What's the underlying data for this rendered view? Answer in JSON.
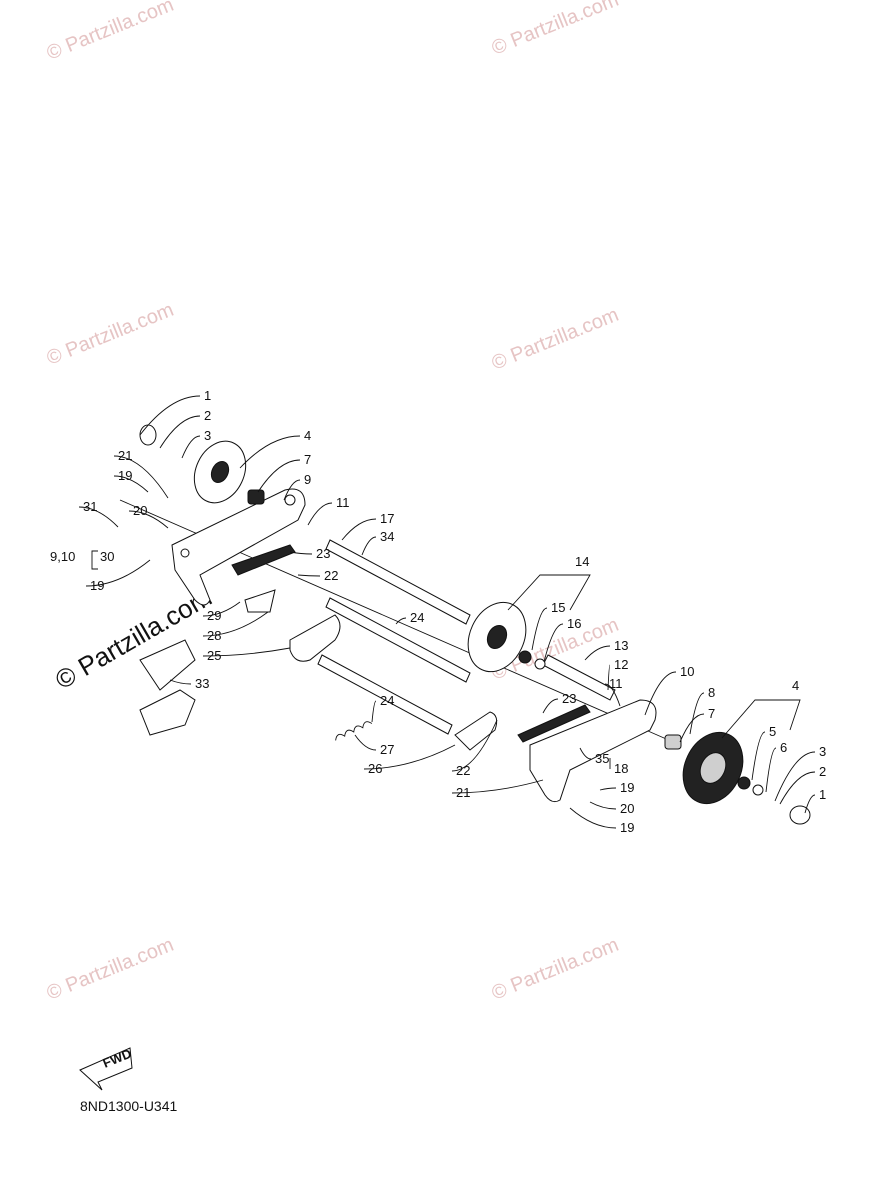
{
  "watermark": "© Partzilla.com",
  "diagram_code": "8ND1300-U341",
  "fwd_label": "FWD",
  "callouts": [
    "1",
    "2",
    "3",
    "4",
    "7",
    "9",
    "21",
    "19",
    "31",
    "20",
    "9,10",
    "30",
    "19",
    "11",
    "17",
    "34",
    "23",
    "22",
    "14",
    "15",
    "16",
    "29",
    "28",
    "25",
    "33",
    "24",
    "13",
    "12",
    "11",
    "10",
    "8",
    "7",
    "4",
    "5",
    "6",
    "3",
    "2",
    "1",
    "23",
    "24",
    "27",
    "26",
    "22",
    "21",
    "35",
    "19",
    "18",
    "20",
    "19"
  ]
}
